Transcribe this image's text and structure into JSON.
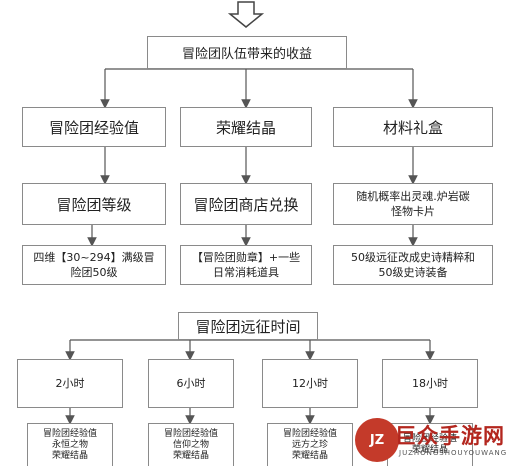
{
  "title": "冒险团队伍带来的收益",
  "branches": [
    {
      "label": "冒险团经验值",
      "sub": "冒险团等级",
      "detail": "四维【30~294】满级冒险团50级"
    },
    {
      "label": "荣耀结晶",
      "sub": "冒险团商店兑换",
      "detail": "【冒险团勋章】+一些日常消耗道具"
    },
    {
      "label": "材料礼盒",
      "sub": "随机概率出灵魂.炉岩碳怪物卡片",
      "detail": "50级远征改成史诗精粹和50级史诗装备"
    }
  ],
  "expedition": {
    "title": "冒险团远征时间",
    "durations": [
      {
        "label": "2小时",
        "rewards": [
          "冒险团经验值",
          "永恒之物",
          "荣耀结晶"
        ]
      },
      {
        "label": "6小时",
        "rewards": [
          "冒险团经验值",
          "信仰之物",
          "荣耀结晶"
        ]
      },
      {
        "label": "12小时",
        "rewards": [
          "冒险团经验值",
          "远方之珍",
          "荣耀结晶"
        ]
      },
      {
        "label": "18小时",
        "rewards": [
          "冒险团经验值",
          "",
          "荣耀结晶"
        ]
      }
    ]
  },
  "watermark": {
    "mark": "JZ",
    "text": "巨众手游网",
    "sub": "JUZHONGSHOUYOUWANG"
  },
  "colors": {
    "line": "#555555",
    "border": "#8a8a8a",
    "watermark": "#b3261e"
  }
}
